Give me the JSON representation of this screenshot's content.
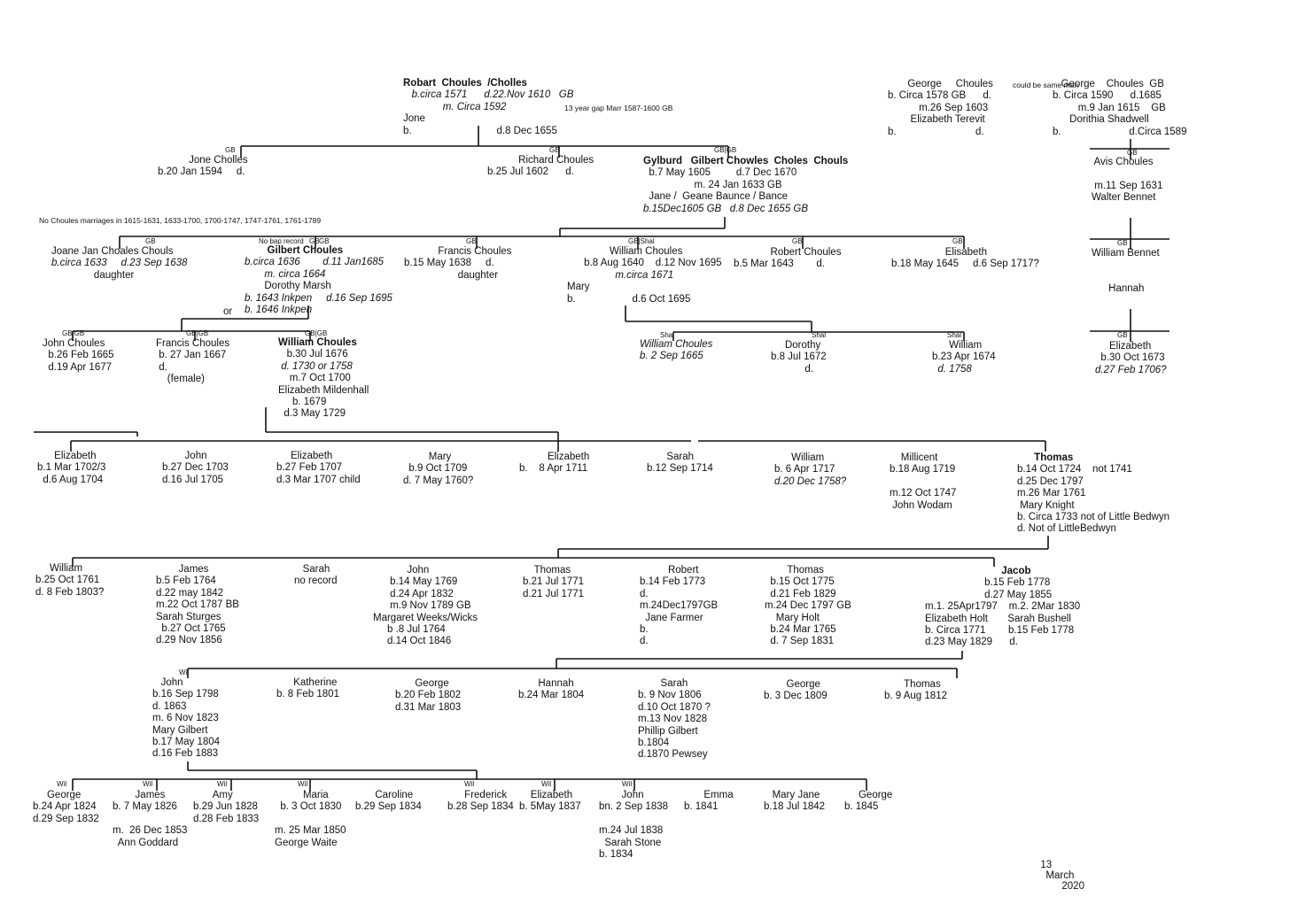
{
  "persons": [
    {
      "key": "robart",
      "lines": [
        {
          "t": "Robart  Choules  /Cholles",
          "s": "b"
        },
        {
          "t": "   b.circa 1571      d.22.Nov 1610   GB",
          "s": "i"
        },
        {
          "t": "              m. Circa 1592",
          "s": "i"
        },
        {
          "t": "Jone"
        },
        {
          "t": "b.                              d.8 Dec 1655"
        }
      ]
    },
    {
      "key": "george-a",
      "lines": [
        {
          "t": "       George     Choules"
        },
        {
          "t": "b. Circa 1578 GB      d."
        },
        {
          "t": "           m.26 Sep 1603"
        },
        {
          "t": "        Elizabeth Terevit"
        },
        {
          "t": "b.                            d."
        }
      ]
    },
    {
      "key": "george-b",
      "lines": [
        {
          "t": "   George    Choules  GB"
        },
        {
          "t": "b. Circa 1590      d.1685"
        },
        {
          "t": "         m.9 Jan 1615    GB"
        },
        {
          "t": "      Dorithia Shadwell"
        },
        {
          "t": "b.                        d.Circa 1589"
        }
      ]
    },
    {
      "key": "jone-cholles",
      "lines": [
        {
          "t": "           Jone Cholles"
        },
        {
          "t": "b.20 Jan 1594     d."
        }
      ]
    },
    {
      "key": "richard",
      "lines": [
        {
          "t": "           Richard Choules"
        },
        {
          "t": "b.25 Jul 1602      d."
        }
      ]
    },
    {
      "key": "gylburd",
      "lines": [
        {
          "t": "Gylburd   Gilbert Chowles  Choles  Chouls",
          "s": "b"
        },
        {
          "t": "  b.7 May 1605         d.7 Dec 1670"
        },
        {
          "t": "                  m. 24 Jan 1633 GB"
        },
        {
          "t": "  Jane /  Geane Baunce / Bance"
        },
        {
          "t": "b.15Dec1605 GB   d.8 Dec 1655 GB",
          "s": "i"
        }
      ]
    },
    {
      "key": "avis",
      "lines": [
        {
          "t": " Avis Choules"
        },
        {
          "t": ""
        },
        {
          "t": " m.11 Sep 1631"
        },
        {
          "t": "Walter Bennet"
        }
      ]
    },
    {
      "key": "joane",
      "lines": [
        {
          "t": "Joane Jan Choales Chouls"
        },
        {
          "t": "b.circa 1633     d.23 Sep 1638",
          "s": "i"
        },
        {
          "t": "               daughter"
        }
      ]
    },
    {
      "key": "gilbert",
      "lines": [
        {
          "t": "        Gilbert Choules",
          "s": "b"
        },
        {
          "t": "b.circa 1636        d.11 Jan1685",
          "s": "i"
        },
        {
          "t": "       m. circa 1664",
          "s": "i"
        },
        {
          "t": "       Dorothy Marsh"
        },
        {
          "t": "b. 1643 Inkpen     d.16 Sep 1695",
          "s": "i"
        },
        {
          "t": "b. 1646 Inkpen",
          "s": "i"
        }
      ]
    },
    {
      "key": "francis1",
      "lines": [
        {
          "t": "            Francis Choules"
        },
        {
          "t": "b.15 May 1638     d."
        },
        {
          "t": "                   daughter"
        }
      ]
    },
    {
      "key": "william1",
      "lines": [
        {
          "t": "               William Choules"
        },
        {
          "t": "      b.8 Aug 1640    d.12 Nov 1695"
        },
        {
          "t": "                 m.circa 1671",
          "s": "i"
        },
        {
          "t": "Mary"
        },
        {
          "t": "b.                    d.6 Oct 1695"
        }
      ]
    },
    {
      "key": "robert1",
      "lines": [
        {
          "t": "             Robert Choules"
        },
        {
          "t": "b.5 Mar 1643        d."
        }
      ]
    },
    {
      "key": "elisabeth1",
      "lines": [
        {
          "t": "                   Elisabeth"
        },
        {
          "t": "b.18 May 1645     d.6 Sep 1717?"
        }
      ]
    },
    {
      "key": "william-bennet",
      "lines": [
        {
          "t": "William Bennet"
        },
        {
          "t": ""
        },
        {
          "t": ""
        },
        {
          "t": "      Hannah"
        }
      ]
    },
    {
      "key": "john1",
      "lines": [
        {
          "t": "John Choules"
        },
        {
          "t": "  b.26 Feb 1665"
        },
        {
          "t": "  d.19 Apr 1677"
        }
      ]
    },
    {
      "key": "francis2",
      "lines": [
        {
          "t": "Francis Choules"
        },
        {
          "t": " b. 27 Jan 1667"
        },
        {
          "t": " d."
        },
        {
          "t": "    (female)"
        }
      ]
    },
    {
      "key": "william2",
      "lines": [
        {
          "t": "William Choules",
          "s": "b"
        },
        {
          "t": "   b.30 Jul 1676"
        },
        {
          "t": " d. 1730 or 1758",
          "s": "i"
        },
        {
          "t": "    m.7 Oct 1700"
        },
        {
          "t": "Elizabeth Mildenhall"
        },
        {
          "t": "     b. 1679"
        },
        {
          "t": "  d.3 May 1729"
        }
      ]
    },
    {
      "key": "william3",
      "lines": [
        {
          "t": "William Choules",
          "s": "i"
        },
        {
          "t": "b. 2 Sep 1665",
          "s": "i"
        }
      ]
    },
    {
      "key": "dorothy",
      "lines": [
        {
          "t": "     Dorothy"
        },
        {
          "t": "b.8 Jul 1672"
        },
        {
          "t": "            d."
        }
      ]
    },
    {
      "key": "william4",
      "lines": [
        {
          "t": "      William"
        },
        {
          "t": "b.23 Apr 1674"
        },
        {
          "t": "  d. 1758",
          "s": "i"
        }
      ]
    },
    {
      "key": "elizabeth-bennet",
      "lines": [
        {
          "t": "     Elizabeth"
        },
        {
          "t": "  b.30 Oct 1673"
        },
        {
          "t": "d.27 Feb 1706?",
          "s": "i"
        }
      ]
    },
    {
      "key": "elizabeth2",
      "lines": [
        {
          "t": "      Elizabeth"
        },
        {
          "t": "b.1 Mar 1702/3"
        },
        {
          "t": "  d.6 Aug 1704"
        }
      ]
    },
    {
      "key": "john2",
      "lines": [
        {
          "t": "        John"
        },
        {
          "t": "b.27 Dec 1703"
        },
        {
          "t": "d.16 Jul 1705"
        }
      ]
    },
    {
      "key": "elizabeth3",
      "lines": [
        {
          "t": "     Elizabeth"
        },
        {
          "t": "b.27 Feb 1707"
        },
        {
          "t": "d.3 Mar 1707 child"
        }
      ]
    },
    {
      "key": "mary1",
      "lines": [
        {
          "t": "         Mary"
        },
        {
          "t": "  b.9 Oct 1709"
        },
        {
          "t": "d. 7 May 1760?"
        }
      ]
    },
    {
      "key": "elizabeth4",
      "lines": [
        {
          "t": "          Elizabeth"
        },
        {
          "t": "b.    8 Apr 1711"
        }
      ]
    },
    {
      "key": "sarah1",
      "lines": [
        {
          "t": "       Sarah"
        },
        {
          "t": "b.12 Sep 1714"
        }
      ]
    },
    {
      "key": "william5",
      "lines": [
        {
          "t": "      William"
        },
        {
          "t": "b. 6 Apr 1717"
        },
        {
          "t": "d.20 Dec 1758?",
          "s": "i"
        }
      ]
    },
    {
      "key": "millicent",
      "lines": [
        {
          "t": "    Millicent"
        },
        {
          "t": "b.18 Aug 1719"
        },
        {
          "t": ""
        },
        {
          "t": "m.12 Oct 1747"
        },
        {
          "t": " John Wodam"
        }
      ]
    },
    {
      "key": "thomas1",
      "lines": [
        {
          "t": "      Thomas",
          "s": "b"
        },
        {
          "t": "b.14 Oct 1724    not 1741"
        },
        {
          "t": "d.25 Dec 1797"
        },
        {
          "t": "m.26 Mar 1761"
        },
        {
          "t": " Mary Knight"
        },
        {
          "t": "b. Circa 1733 not of Little Bedwyn"
        },
        {
          "t": "d. Not of LittleBedwyn"
        }
      ]
    },
    {
      "key": "william6",
      "lines": [
        {
          "t": "     William"
        },
        {
          "t": "b.25 Oct 1761"
        },
        {
          "t": "d. 8 Feb 1803?"
        }
      ]
    },
    {
      "key": "james1",
      "lines": [
        {
          "t": "        James"
        },
        {
          "t": "b.5 Feb 1764"
        },
        {
          "t": "d.22 may 1842"
        },
        {
          "t": "m.22 Oct 1787 BB"
        },
        {
          "t": "Sarah Sturges"
        },
        {
          "t": "  b.27 Oct 1765"
        },
        {
          "t": "d.29 Nov 1856"
        }
      ]
    },
    {
      "key": "sarah2",
      "lines": [
        {
          "t": "   Sarah"
        },
        {
          "t": "no record"
        }
      ]
    },
    {
      "key": "john3",
      "lines": [
        {
          "t": "            John"
        },
        {
          "t": "      b.14 May 1769"
        },
        {
          "t": "      d.24 Apr 1832"
        },
        {
          "t": "      m.9 Nov 1789 GB"
        },
        {
          "t": "Margaret Weeks/Wicks"
        },
        {
          "t": "     b .8 Jul 1764"
        },
        {
          "t": "     d.14 Oct 1846"
        }
      ]
    },
    {
      "key": "thomas2",
      "lines": [
        {
          "t": "    Thomas"
        },
        {
          "t": "b.21 Jul 1771"
        },
        {
          "t": "d.21 Jul 1771"
        }
      ]
    },
    {
      "key": "robert2",
      "lines": [
        {
          "t": "          Robert"
        },
        {
          "t": "b.14 Feb 1773"
        },
        {
          "t": "d."
        },
        {
          "t": "m.24Dec1797GB"
        },
        {
          "t": "  Jane Farmer"
        },
        {
          "t": "b."
        },
        {
          "t": "d."
        }
      ]
    },
    {
      "key": "thomas3",
      "lines": [
        {
          "t": "        Thomas"
        },
        {
          "t": "  b.15 Oct 1775"
        },
        {
          "t": "  d.21 Feb 1829"
        },
        {
          "t": "m.24 Dec 1797 GB"
        },
        {
          "t": "    Mary Holt"
        },
        {
          "t": "  b.24 Mar 1765"
        },
        {
          "t": "  d. 7 Sep 1831"
        }
      ]
    },
    {
      "key": "jacob",
      "lines": [
        {
          "t": "                           Jacob",
          "s": "b"
        },
        {
          "t": "                     b.15 Feb 1778"
        },
        {
          "t": "                     d.27 May 1855"
        },
        {
          "t": "m.1. 25Apr1797    m.2. 2Mar 1830"
        },
        {
          "t": "Elizabeth Holt       Sarah Bushell"
        },
        {
          "t": "b. Circa 1771        b.15 Feb 1778"
        },
        {
          "t": "d.23 May 1829      d."
        }
      ]
    },
    {
      "key": "john4",
      "lines": [
        {
          "t": "   John"
        },
        {
          "t": "b.16 Sep 1798"
        },
        {
          "t": "d. 1863"
        },
        {
          "t": "m. 6 Nov 1823"
        },
        {
          "t": "Mary Gilbert"
        },
        {
          "t": "b.17 May 1804"
        },
        {
          "t": "d.16 Feb 1883"
        }
      ]
    },
    {
      "key": "katherine",
      "lines": [
        {
          "t": "      Katherine"
        },
        {
          "t": "b. 8 Feb 1801"
        }
      ]
    },
    {
      "key": "george1",
      "lines": [
        {
          "t": "       George"
        },
        {
          "t": "b.20 Feb 1802"
        },
        {
          "t": "d.31 Mar 1803"
        }
      ]
    },
    {
      "key": "hannah1",
      "lines": [
        {
          "t": "       Hannah"
        },
        {
          "t": "b.24 Mar 1804"
        }
      ]
    },
    {
      "key": "sarah3",
      "lines": [
        {
          "t": "        Sarah"
        },
        {
          "t": "b. 9 Nov 1806"
        },
        {
          "t": "d.10 Oct 1870 ?"
        },
        {
          "t": "m.13 Nov 1828"
        },
        {
          "t": "Phillip Gilbert"
        },
        {
          "t": "b.1804"
        },
        {
          "t": "d.1870 Pewsey"
        }
      ]
    },
    {
      "key": "george2",
      "lines": [
        {
          "t": "        George"
        },
        {
          "t": "b. 3 Dec 1809"
        }
      ]
    },
    {
      "key": "thomas4",
      "lines": [
        {
          "t": "       Thomas"
        },
        {
          "t": "b. 9 Aug 1812"
        }
      ]
    },
    {
      "key": "george3",
      "lines": [
        {
          "t": "     George"
        },
        {
          "t": "b.24 Apr 1824"
        },
        {
          "t": "d.29 Sep 1832"
        }
      ]
    },
    {
      "key": "james2",
      "lines": [
        {
          "t": "        James"
        },
        {
          "t": "b. 7 May 1826"
        },
        {
          "t": ""
        },
        {
          "t": "m.  26 Dec 1853"
        },
        {
          "t": "  Ann Goddard"
        }
      ]
    },
    {
      "key": "amy",
      "lines": [
        {
          "t": "       Amy"
        },
        {
          "t": "b.29 Jun 1828"
        },
        {
          "t": "d.28 Feb 1833"
        }
      ]
    },
    {
      "key": "maria",
      "lines": [
        {
          "t": "          Maria"
        },
        {
          "t": "  b. 3 Oct 1830"
        },
        {
          "t": ""
        },
        {
          "t": "m. 25 Mar 1850"
        },
        {
          "t": "George Waite"
        }
      ]
    },
    {
      "key": "caroline",
      "lines": [
        {
          "t": "       Caroline"
        },
        {
          "t": "b.29 Sep 1834"
        }
      ]
    },
    {
      "key": "frederick",
      "lines": [
        {
          "t": "      Frederick"
        },
        {
          "t": "b.28 Sep 1834"
        }
      ]
    },
    {
      "key": "elizabeth5",
      "lines": [
        {
          "t": "    Elizabeth"
        },
        {
          "t": "b. 5May 1837"
        }
      ]
    },
    {
      "key": "john5",
      "lines": [
        {
          "t": "        John"
        },
        {
          "t": "bn. 2 Sep 1838"
        },
        {
          "t": ""
        },
        {
          "t": "m.24 Jul 1838"
        },
        {
          "t": "  Sarah Stone"
        },
        {
          "t": "b. 1834"
        }
      ]
    },
    {
      "key": "emma",
      "lines": [
        {
          "t": "       Emma"
        },
        {
          "t": "b. 1841"
        }
      ]
    },
    {
      "key": "mary-jane",
      "lines": [
        {
          "t": "   Mary Jane"
        },
        {
          "t": "b.18 Jul 1842"
        }
      ]
    },
    {
      "key": "george4",
      "lines": [
        {
          "t": "     George"
        },
        {
          "t": "b. 1845"
        }
      ]
    }
  ],
  "tags": [
    {
      "key": "t1",
      "text": "GB"
    },
    {
      "key": "t2",
      "text": "GB"
    },
    {
      "key": "t3",
      "text": "GB|GB"
    },
    {
      "key": "t4",
      "text": "GB"
    },
    {
      "key": "t5",
      "text": "GB"
    },
    {
      "key": "t6",
      "text": "GB"
    },
    {
      "key": "t7",
      "text": "GB"
    },
    {
      "key": "t8",
      "text": "GB|Shal"
    },
    {
      "key": "t9",
      "text": "GB"
    },
    {
      "key": "t10",
      "text": "GB"
    },
    {
      "key": "t11",
      "text": "GB"
    },
    {
      "key": "t12",
      "text": "GB|GB"
    },
    {
      "key": "t13",
      "text": "GB|GB"
    },
    {
      "key": "t14",
      "text": "GB|GB"
    },
    {
      "key": "t15",
      "text": "Shal"
    },
    {
      "key": "t16",
      "text": "Shal"
    },
    {
      "key": "t17",
      "text": "Shal"
    },
    {
      "key": "t18",
      "text": "GB"
    },
    {
      "key": "t19",
      "text": "Wil"
    },
    {
      "key": "t20",
      "text": "Wil"
    },
    {
      "key": "t21",
      "text": "Wil"
    },
    {
      "key": "t22",
      "text": "Wil"
    },
    {
      "key": "t23",
      "text": "Wil"
    },
    {
      "key": "t24",
      "text": "Wil"
    },
    {
      "key": "t25",
      "text": "Wil"
    },
    {
      "key": "t26",
      "text": "Wil"
    },
    {
      "key": "t27",
      "text": "No bap record"
    },
    {
      "key": "t28",
      "text": "GB"
    }
  ],
  "notes": {
    "same_man": "could be same man",
    "gap": "13 year gap Marr 1587-1600 GB",
    "no_marriages": "No Choules marriages in 1615-1631, 1633-1700, 1700-1747, 1747-1761, 1761-1789",
    "or": "or"
  },
  "date": {
    "day": "13",
    "month": "March",
    "year": "2020"
  }
}
